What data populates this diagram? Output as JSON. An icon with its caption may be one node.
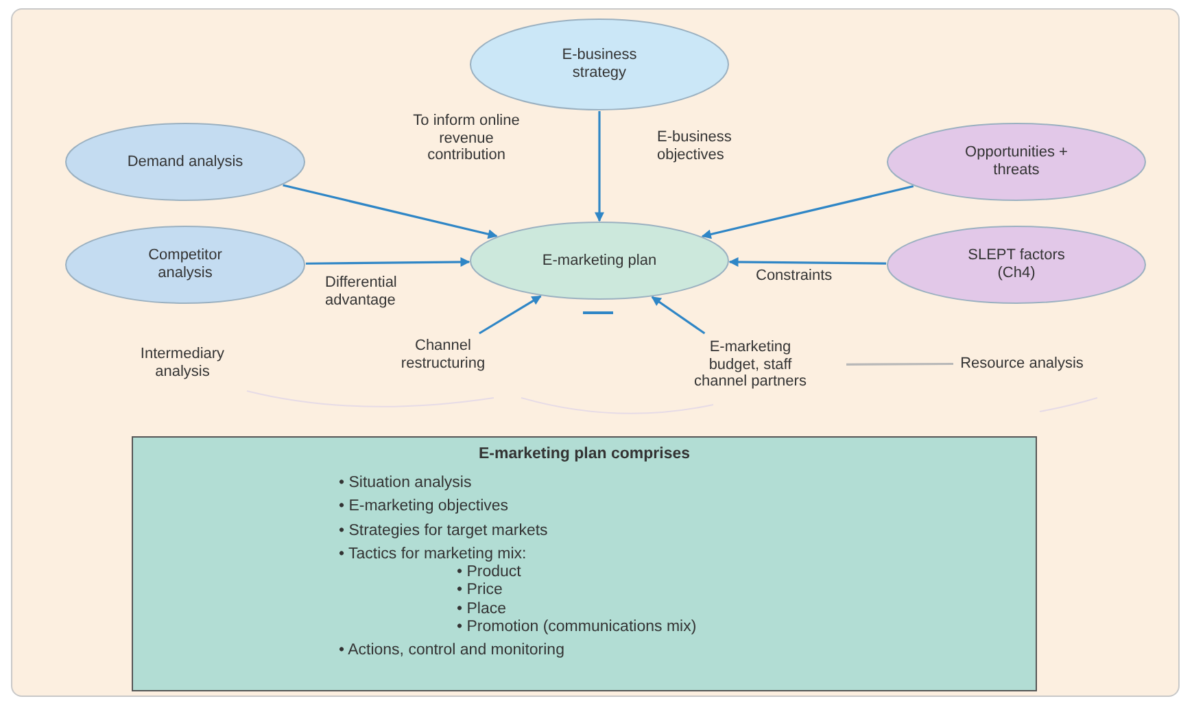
{
  "diagram": {
    "nodes": [
      {
        "text": [
          "E-business strategy"
        ]
      },
      {
        "text": [
          "Demand analysis"
        ]
      },
      {
        "text": [
          "Opportunities + threats"
        ]
      },
      {
        "text": [
          "Competitor analysis"
        ]
      },
      {
        "text": [
          "E-marketing plan"
        ]
      },
      {
        "text": [
          "SLEPT factors (Ch4)"
        ]
      },
      {
        "text": [
          "Intermediary analysis"
        ]
      },
      {
        "text": [
          "Channel restructuring"
        ]
      },
      {
        "text": [
          "E-marketing budget, staff channel partners"
        ]
      },
      {
        "text": [
          "Resource analysis"
        ]
      },
      {
        "text": [
          "E-marketing plan comprises",
          "• Situation analysis",
          "• E-marketing objectives",
          "• Strategies for target markets",
          "• Tactics for marketing mix:",
          "• Product",
          "• Price",
          "• Place",
          "• Promotion (communications mix)",
          "• Actions, control and monitoring"
        ]
      }
    ],
    "edges": [
      {
        "from": 0,
        "to": 4,
        "arrow": "to",
        "label": "E-business objectives"
      },
      {
        "from": 1,
        "to": 4,
        "arrow": "to",
        "label": "To inform online revenue contribution"
      },
      {
        "from": 2,
        "to": 4,
        "arrow": "to"
      },
      {
        "from": 3,
        "to": 4,
        "arrow": "to",
        "label": "Differential advantage"
      },
      {
        "from": 5,
        "to": 4,
        "arrow": "to",
        "label": "Constraints"
      },
      {
        "from": 7,
        "to": 4,
        "arrow": "to"
      },
      {
        "from": 8,
        "to": 4,
        "arrow": "to"
      },
      {
        "from": 9,
        "to": 8,
        "arrow": "none",
        "color": "#b8b8b8"
      }
    ]
  }
}
